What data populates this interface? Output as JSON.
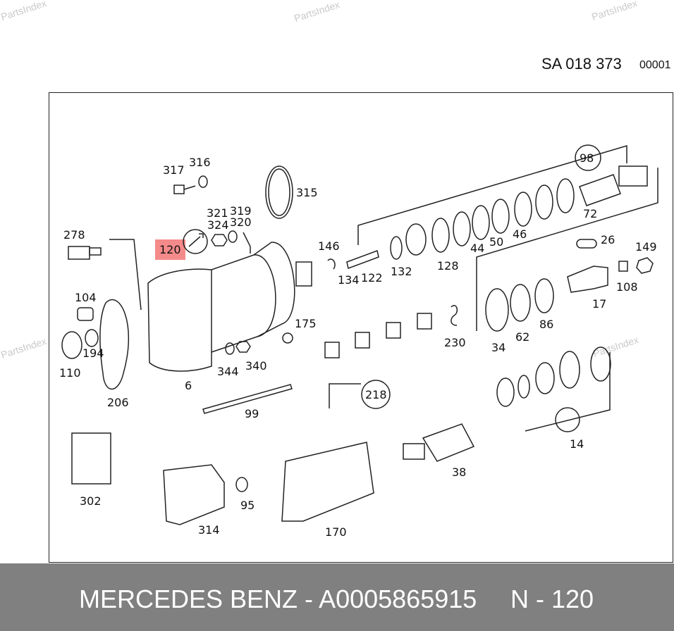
{
  "watermarks": [
    "PartsIndex",
    "PartsIndex",
    "PartsIndex",
    "PartsIndex",
    "PartsIndex"
  ],
  "header": {
    "diagram_code": "SA 018 373",
    "sheet_number": "00001"
  },
  "part_labels": [
    "317",
    "316",
    "315",
    "278",
    "321",
    "324",
    "319",
    "320",
    "120",
    "146",
    "134",
    "122",
    "132",
    "128",
    "44",
    "50",
    "46",
    "72",
    "98",
    "26",
    "149",
    "108",
    "17",
    "104",
    "194",
    "110",
    "206",
    "6",
    "344",
    "340",
    "175",
    "218",
    "230",
    "34",
    "62",
    "86",
    "99",
    "14",
    "302",
    "95",
    "314",
    "170",
    "38"
  ],
  "highlighted_label": "120",
  "footer": {
    "brand": "MERCEDES BENZ",
    "separator": " - ",
    "part_number": "A0005865915",
    "position_label": "N - 120"
  }
}
